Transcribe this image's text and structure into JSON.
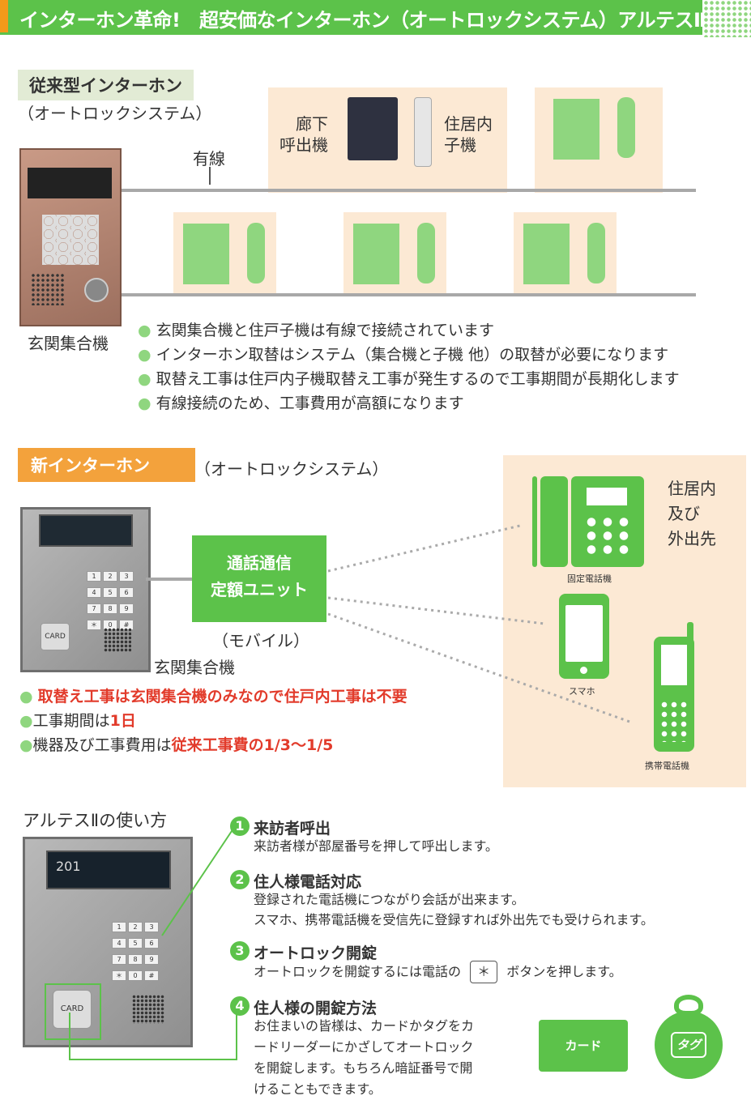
{
  "header": {
    "title": "インターホン革命!　超安価なインターホン（オートロックシステム）アルテスⅡ"
  },
  "old": {
    "label": "従来型インターホン",
    "sub": "（オートロックシステム）",
    "wired": "有線",
    "corridor": "廊下\n呼出機",
    "indoor": "住居内\n子機",
    "panel_label": "玄関集合機",
    "bullets": [
      "玄関集合機と住戸子機は有線で接続されています",
      "インターホン取替はシステム（集合機と子機 他）の取替が必要になります",
      "取替え工事は住戸内子機取替え工事が発生するので工事期間が長期化します",
      "有線接続のため、工事費用が高額になります"
    ]
  },
  "new": {
    "label": "新インターホン",
    "sub": "（オートロックシステム）",
    "unit_line1": "通話通信",
    "unit_line2": "定額ユニット",
    "mobile": "（モバイル）",
    "panel_label": "玄関集合機",
    "dest_line1": "住居内",
    "dest_line2": "及び",
    "dest_line3": "外出先",
    "fixed_phone": "固定電話機",
    "smartphone": "スマホ",
    "mobile_phone": "携帯電話機",
    "b1": "取替え工事は玄関集合機のみなので住戸内工事は不要",
    "b2_pre": "工事期間は",
    "b2_red": "1日",
    "b3_pre": "機器及び工事費用は",
    "b3_red": "従来工事費の1/3〜1/5"
  },
  "usage": {
    "title": "アルテスⅡの使い方",
    "display": "201",
    "card_label": "CARD",
    "steps": [
      {
        "num": "1",
        "title": "来訪者呼出",
        "body1": "来訪者様が部屋番号を押して呼出します。",
        "body2": ""
      },
      {
        "num": "2",
        "title": "住人様電話対応",
        "body1": "登録された電話機につながり会話が出来ます。",
        "body2": "スマホ、携帯電話機を受信先に登録すれば外出先でも受けられます。"
      },
      {
        "num": "3",
        "title": "オートロック開錠",
        "body1": "オートロックを開錠するには電話の",
        "key": "＊",
        "body1b": "ボタンを押します。"
      },
      {
        "num": "4",
        "title": "住人様の開錠方法",
        "body1": "お住まいの皆様は、カードかタグをカ",
        "body2": "ードリーダーにかざしてオートロック",
        "body3": "を開錠します。もちろん暗証番号で開",
        "body4": "けることもできます。"
      }
    ],
    "card_btn": "カード",
    "tag_btn": "タグ"
  },
  "keypad_keys": [
    "1",
    "2",
    "3",
    "4",
    "5",
    "6",
    "7",
    "8",
    "9",
    "＊",
    "0",
    "#"
  ],
  "colors": {
    "green": "#5cc24a",
    "light_green": "#8fd67f",
    "orange": "#f39a1a",
    "peach": "#fce9d4",
    "red": "#e23b2b"
  }
}
